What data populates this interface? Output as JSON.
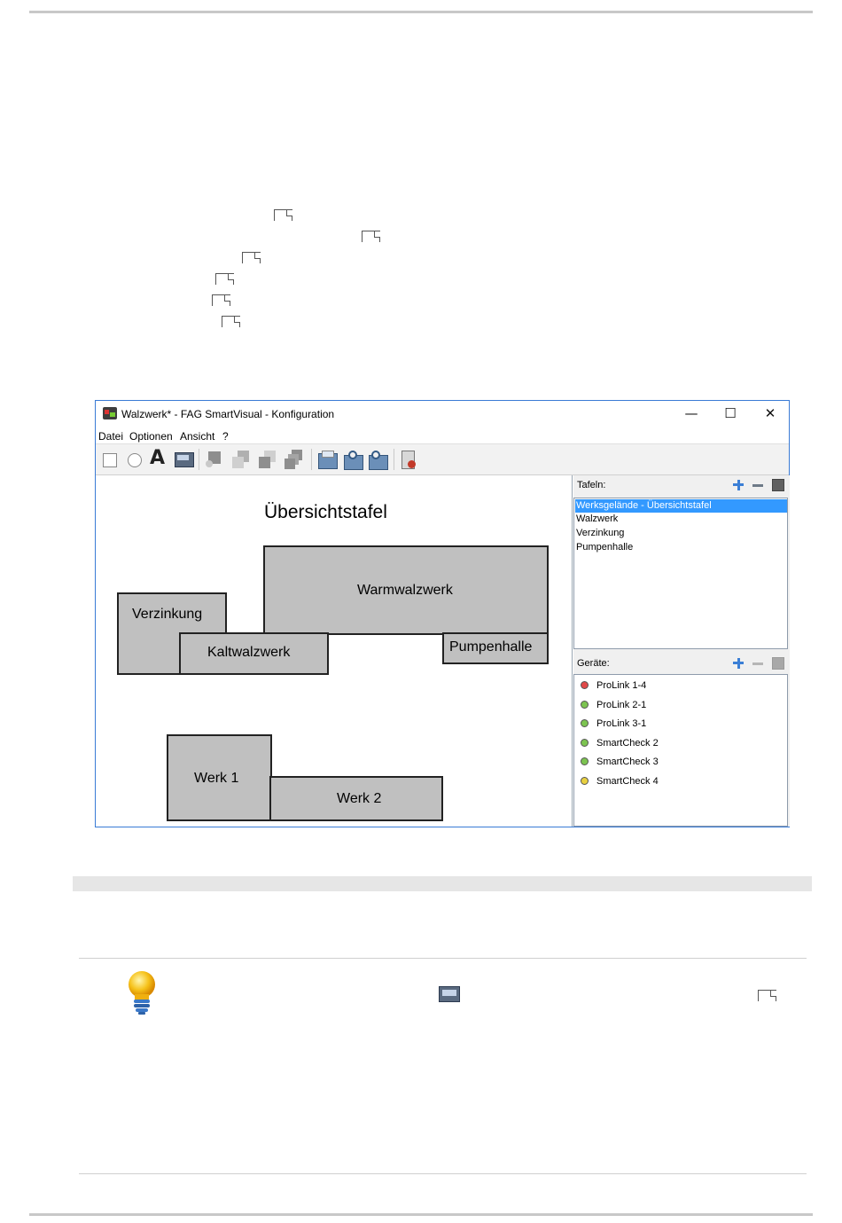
{
  "window": {
    "title": "Walzwerk* - FAG SmartVisual - Konfiguration",
    "controls": {
      "minimize": "—",
      "maximize": "☐",
      "close": "✕"
    }
  },
  "menu": [
    "Datei",
    "Optionen",
    "Ansicht",
    "?"
  ],
  "toolbar": {
    "icons": [
      "rectangle-tool-icon",
      "ellipse-tool-icon",
      "text-tool-icon",
      "image-tool-icon",
      "bring-front-icon",
      "send-back-icon",
      "move-forward-icon",
      "move-backward-icon",
      "open-icon",
      "import-icon",
      "export-icon",
      "device-config-icon"
    ]
  },
  "canvas": {
    "title": "Übersichtstafel",
    "boxes": {
      "warmwalzwerk": "Warmwalzwerk",
      "verzinkung": "Verzinkung",
      "kaltwalzwerk": "Kaltwalzwerk",
      "pumpenhalle": "Pumpenhalle",
      "werk1": "Werk 1",
      "werk2": "Werk 2"
    }
  },
  "tafeln": {
    "label": "Tafeln:",
    "items": [
      "Werksgelände - Übersichtstafel",
      "Walzwerk",
      "Verzinkung",
      "Pumpenhalle"
    ],
    "selected_index": 0
  },
  "geraete": {
    "label": "Geräte:",
    "items": [
      {
        "name": "ProLink 1-4",
        "color": "#e04848"
      },
      {
        "name": "ProLink 2-1",
        "color": "#7cc450"
      },
      {
        "name": "ProLink 3-1",
        "color": "#7cc450"
      },
      {
        "name": "SmartCheck 2",
        "color": "#7cc450"
      },
      {
        "name": "SmartCheck 3",
        "color": "#7cc450"
      },
      {
        "name": "SmartCheck 4",
        "color": "#e8d040"
      }
    ]
  },
  "colors": {
    "selection": "#3399ff",
    "box_fill": "#c0c0c0",
    "window_border": "#3a7bd5"
  }
}
